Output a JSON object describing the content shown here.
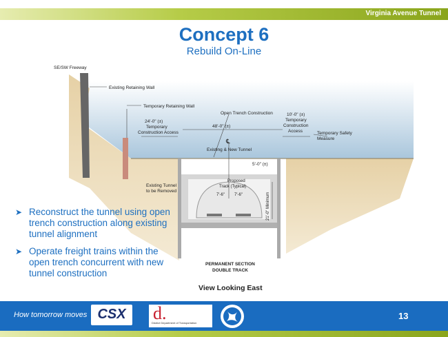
{
  "header": {
    "project": "Virginia Avenue Tunnel"
  },
  "title": "Concept 6",
  "subtitle": "Rebuild On-Line",
  "diagram": {
    "labels": {
      "freeway": "SE/SW Freeway",
      "existing_wall": "Existing Retaining Wall",
      "temp_wall": "Temporary Retaining Wall",
      "open_trench": "Open Trench Construction",
      "left_dim": "24'-0\" (±)",
      "temp_access_1": "Temporary",
      "temp_access_2": "Construction Access",
      "center_dim": "48'-0\" (±)",
      "right_dim": "10'-0\" (±)",
      "right_access_1": "Temporary",
      "right_access_2": "Construction",
      "right_access_3": "Access",
      "safety_1": "Temporary Safety",
      "safety_2": "Measure",
      "cl_symbol": "℄",
      "cl_label": "Existing & New Tunnel",
      "depth_dim": "5'-0\" (±)",
      "proposed_1": "Proposed",
      "proposed_2": "Track (Typical)",
      "existing_tunnel_1": "Existing Tunnel",
      "existing_tunnel_2": "to be Removed",
      "track_dim_a": "7'-6\"",
      "track_dim_b": "7'-6\"",
      "min_height": "21'-0\" Minimum",
      "section_1": "PERMANENT SECTION",
      "section_2": "DOUBLE TRACK",
      "view": "View Looking East"
    }
  },
  "bullets": [
    "Reconstruct the tunnel using open trench construction along existing tunnel alignment",
    "Operate freight trains within the open trench concurrent with new tunnel construction"
  ],
  "footer": {
    "tagline": "How tomorrow moves",
    "csx": "CSX",
    "ddot_mark": "d.",
    "ddot_text": "District Department of Transportation",
    "page": "13"
  },
  "colors": {
    "title_blue": "#1d6fc0",
    "footer_blue": "#1a6cc0",
    "accent_green": "#8aa51c"
  }
}
